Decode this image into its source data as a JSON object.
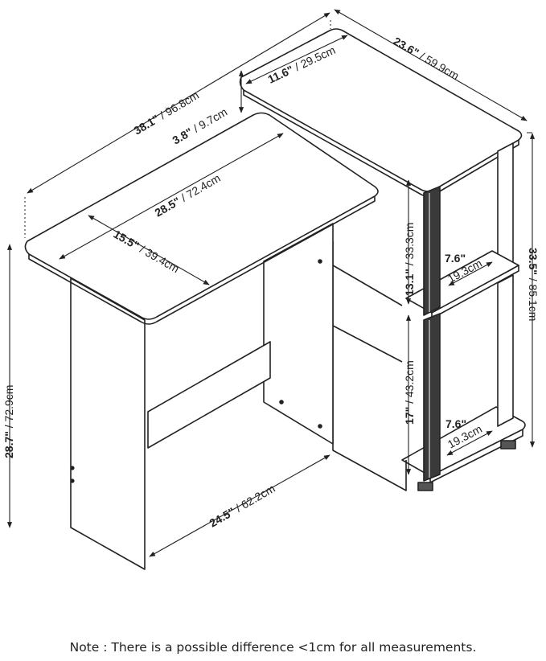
{
  "dimensions": {
    "total_width": {
      "imperial": "38.1\"",
      "metric": " / 96.8cm"
    },
    "shelf_width": {
      "imperial": "23.6\"",
      "metric": " / 59.9cm"
    },
    "shelf_depth": {
      "imperial": "11.6\"",
      "metric": " / 29.5cm"
    },
    "shelf_step": {
      "imperial": "3.8\"",
      "metric": " / 9.7cm"
    },
    "desk_width": {
      "imperial": "28.5\"",
      "metric": " / 72.4cm"
    },
    "desk_depth": {
      "imperial": "15.5\"",
      "metric": " / 39.4cm"
    },
    "total_height": {
      "imperial": "33.5\"",
      "metric": " / 85.1cm"
    },
    "desk_height": {
      "imperial": "28.7\"",
      "metric": " / 72.9cm"
    },
    "upper_shelf_height": {
      "imperial": "13.1\"",
      "metric": " / 33.3cm"
    },
    "lower_shelf_height": {
      "imperial": "17\"",
      "metric": " / 43.2cm"
    },
    "upper_shelf_depth": {
      "imperial": "7.6\"",
      "metric": "19.3cm"
    },
    "lower_shelf_depth": {
      "imperial": "7.6\"",
      "metric": "19.3cm"
    },
    "leg_gap": {
      "imperial": "24.5\"",
      "metric": " / 62.2cm"
    }
  },
  "note": "Note : There is a possible difference <1cm for all measurements."
}
